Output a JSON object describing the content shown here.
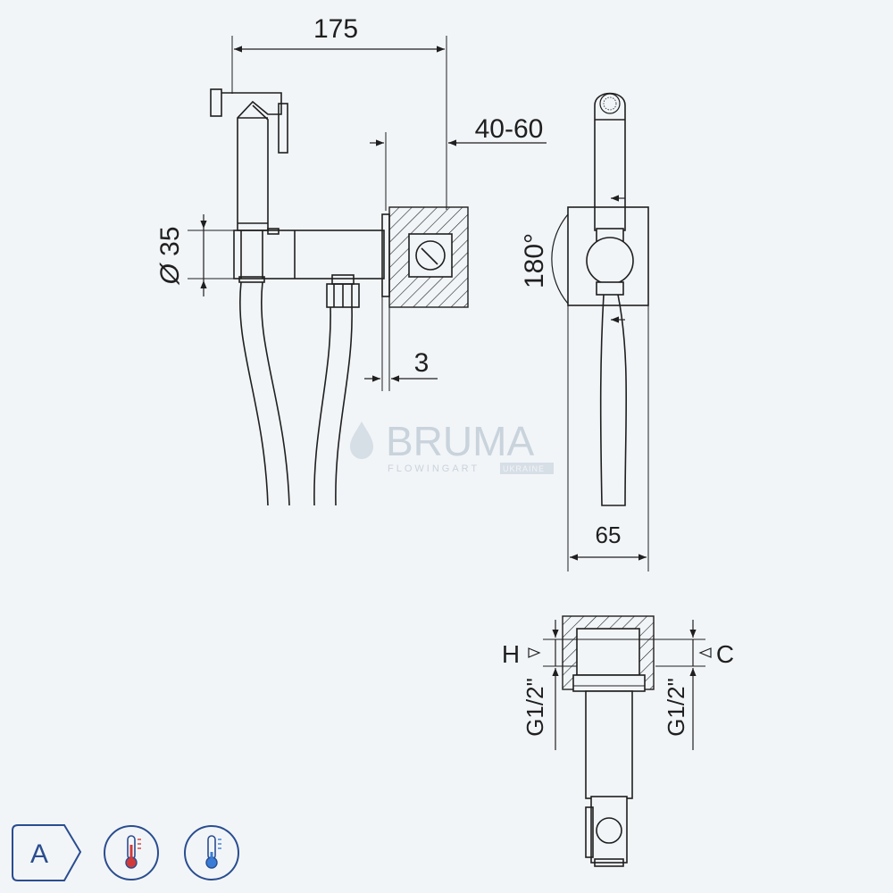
{
  "dimensions": {
    "width_total": "175",
    "wall_depth": "40-60",
    "diameter": "35",
    "flange_thickness": "3",
    "rotation": "180°",
    "side_width": "65",
    "thread_left": "G1/2\"",
    "thread_right": "G1/2\"",
    "label_hot": "H",
    "label_cold": "C"
  },
  "watermark": {
    "brand": "BRUMA",
    "tagline": "FLOWINGART",
    "region": "UKRAINE"
  },
  "badges": {
    "energy_class": "A",
    "hot_icon": "thermometer-hot-icon",
    "cold_icon": "thermometer-cold-icon"
  },
  "colors": {
    "line": "#1f1f1f",
    "background": "#f2f5f8",
    "badge": "#2a4d8f",
    "hot": "#d23a3a",
    "cold": "#3a7bd5"
  }
}
